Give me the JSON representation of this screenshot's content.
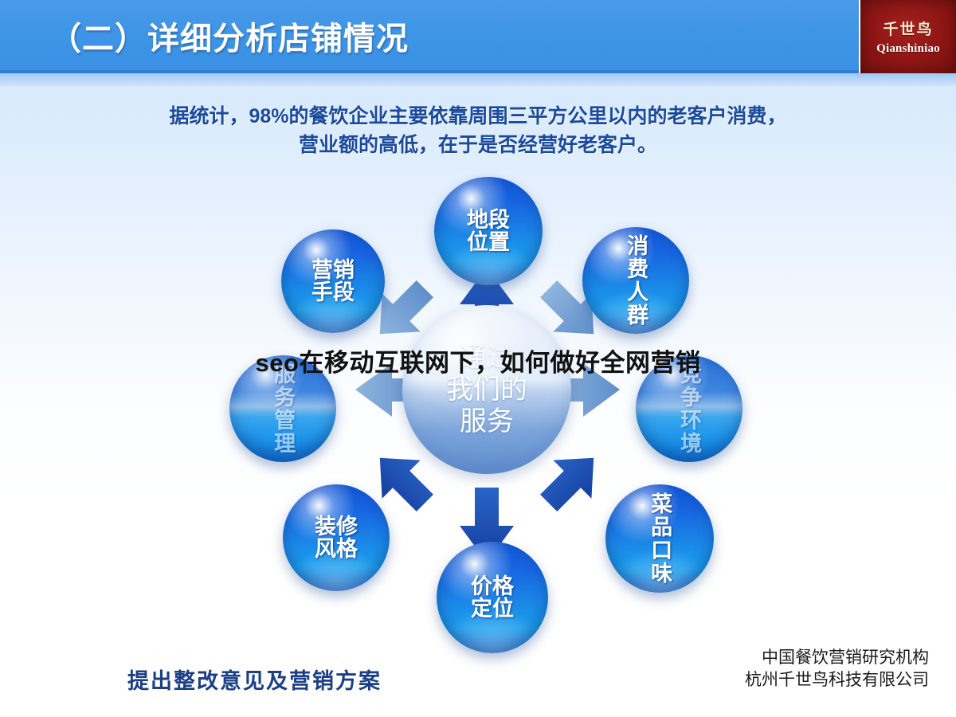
{
  "header": {
    "title": "（二）详细分析店铺情况",
    "bar_color": "#3f95e6",
    "logo": {
      "cn": "千世鸟",
      "en": "Qianshiniao",
      "bg_color": "#8d1614"
    }
  },
  "subtitle": {
    "line1": "据统计，98%的餐饮企业主要依靠周围三平方公里以内的老客户消费，",
    "line2": "营业额的高低，在于是否经营好老客户。",
    "color": "#1b4a9c"
  },
  "diagram": {
    "center": {
      "line1": "通过",
      "line2": "我们的",
      "line3": "服务"
    },
    "bubbles": [
      {
        "id": "top",
        "label": "地段位置",
        "line1": "地段",
        "line2": "位置",
        "orientation": "horizontal",
        "faded": false
      },
      {
        "id": "tl",
        "label": "营销手段",
        "line1": "营销",
        "line2": "手段",
        "orientation": "horizontal",
        "faded": false
      },
      {
        "id": "tr",
        "label": "消费人群",
        "line1": "消费人群",
        "line2": "",
        "orientation": "vertical",
        "faded": false
      },
      {
        "id": "left",
        "label": "服务管理",
        "line1": "服务管理",
        "line2": "",
        "orientation": "vertical",
        "faded": true
      },
      {
        "id": "right",
        "label": "竞争环境",
        "line1": "竞争环境",
        "line2": "",
        "orientation": "vertical",
        "faded": true
      },
      {
        "id": "bl",
        "label": "装修风格",
        "line1": "装修",
        "line2": "风格",
        "orientation": "horizontal",
        "faded": false
      },
      {
        "id": "br",
        "label": "菜品口味",
        "line1": "菜品口味",
        "line2": "",
        "orientation": "vertical",
        "faded": false
      },
      {
        "id": "bottom",
        "label": "价格定位",
        "line1": "价格",
        "line2": "定位",
        "orientation": "horizontal",
        "faded": false
      }
    ],
    "arrow_color": "#1f4fb3",
    "arrow_color_light": "#6f9ed6"
  },
  "overlay": {
    "headline": "seo在移动互联网下，如何做好全网营销"
  },
  "footer": {
    "left_text": "提出整改意见及营销方案",
    "right_line1": "中国餐饮营销研究机构",
    "right_line2": "杭州千世鸟科技有限公司"
  }
}
